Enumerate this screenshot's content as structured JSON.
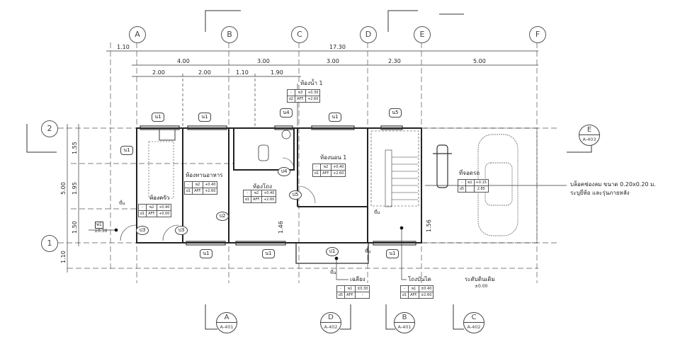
{
  "grid": {
    "columns": [
      "A",
      "B",
      "C",
      "D",
      "E",
      "F"
    ],
    "rows": [
      "2",
      "1"
    ]
  },
  "dimensions": {
    "top_overall": {
      "left_offset": "1.10",
      "total": "17.30"
    },
    "top_row2": [
      "4.00",
      "3.00",
      "3.00",
      "2.30",
      "5.00"
    ],
    "top_row3": [
      "2.00",
      "2.00",
      "1.10",
      "1.90"
    ],
    "left_overall": "5.00",
    "left_parts": [
      "1.55",
      "1.95",
      "1.50"
    ],
    "left_bottom": "1.10",
    "interior": [
      "1.46",
      "1.56"
    ]
  },
  "rooms": {
    "bathroom": {
      "name": "ห้องน้ำ 1",
      "tag": [
        [
          "-",
          "พ3",
          "+0.30"
        ],
        [
          "ฝ2",
          "AFF.",
          "+2.60"
        ]
      ]
    },
    "kitchen": {
      "name": "ห้องครัว",
      "tag": [
        [
          "-",
          "พ2",
          "+0.40"
        ],
        [
          "ฝ1",
          "AFF.",
          "+0.00"
        ]
      ]
    },
    "dining": {
      "name": "ห้องทานอาหาร",
      "tag": [
        [
          "-",
          "พ2",
          "+0.40"
        ],
        [
          "ฝ1",
          "AFF.",
          "+2.60"
        ]
      ]
    },
    "hall": {
      "name": "ห้องโถง",
      "tag": [
        [
          "-",
          "พ2",
          "+0.40"
        ],
        [
          "ฝ1",
          "AFF.",
          "+2.60"
        ]
      ]
    },
    "bedroom": {
      "name": "ห้องนอน 1",
      "tag": [
        [
          "-",
          "พ2",
          "+0.40"
        ],
        [
          "ฝ1",
          "AFF.",
          "+2.60"
        ]
      ]
    },
    "porch": {
      "name": "เฉลียง",
      "tag": [
        [
          "-",
          "พ1",
          "±0.30"
        ],
        [
          "ฝ5",
          "AFF.",
          "-"
        ]
      ]
    },
    "stair_hall": {
      "name": "โถงบันได",
      "tag": [
        [
          "-",
          "พ1",
          "±0.40"
        ],
        [
          "ฝ1",
          "AFF.",
          "±2.60"
        ]
      ]
    },
    "parking": {
      "name": "ที่จอดรถ",
      "tag": [
        [
          "-",
          "พ1",
          "+0.15"
        ],
        [
          "ฝ5",
          "",
          "2.85"
        ]
      ]
    }
  },
  "labels": {
    "up": "ขึ้น",
    "ground_level": "ระดับดินเดิม",
    "ground_level_value": "±0.00",
    "outside_tag": "พ1",
    "outside_level": "±0.30",
    "note_line1": "บล็อคช่องลม ขนาด 0.20x0.20 ม.",
    "note_line2": "ระบุยี่ห้อ และรุ่นภายหลัง"
  },
  "openings": {
    "windows": [
      "น1",
      "น1",
      "น4",
      "น1",
      "น5",
      "น1",
      "น1",
      "น1",
      "น1"
    ],
    "doors": [
      "ป1",
      "ป2",
      "ป3",
      "ป3",
      "ป4",
      "ป5"
    ]
  },
  "sections": [
    {
      "id": "A",
      "sheet": "A-401"
    },
    {
      "id": "D",
      "sheet": "A-402"
    },
    {
      "id": "B",
      "sheet": "A-401"
    },
    {
      "id": "C",
      "sheet": "A-402"
    },
    {
      "id": "E",
      "sheet": "A-403"
    }
  ]
}
